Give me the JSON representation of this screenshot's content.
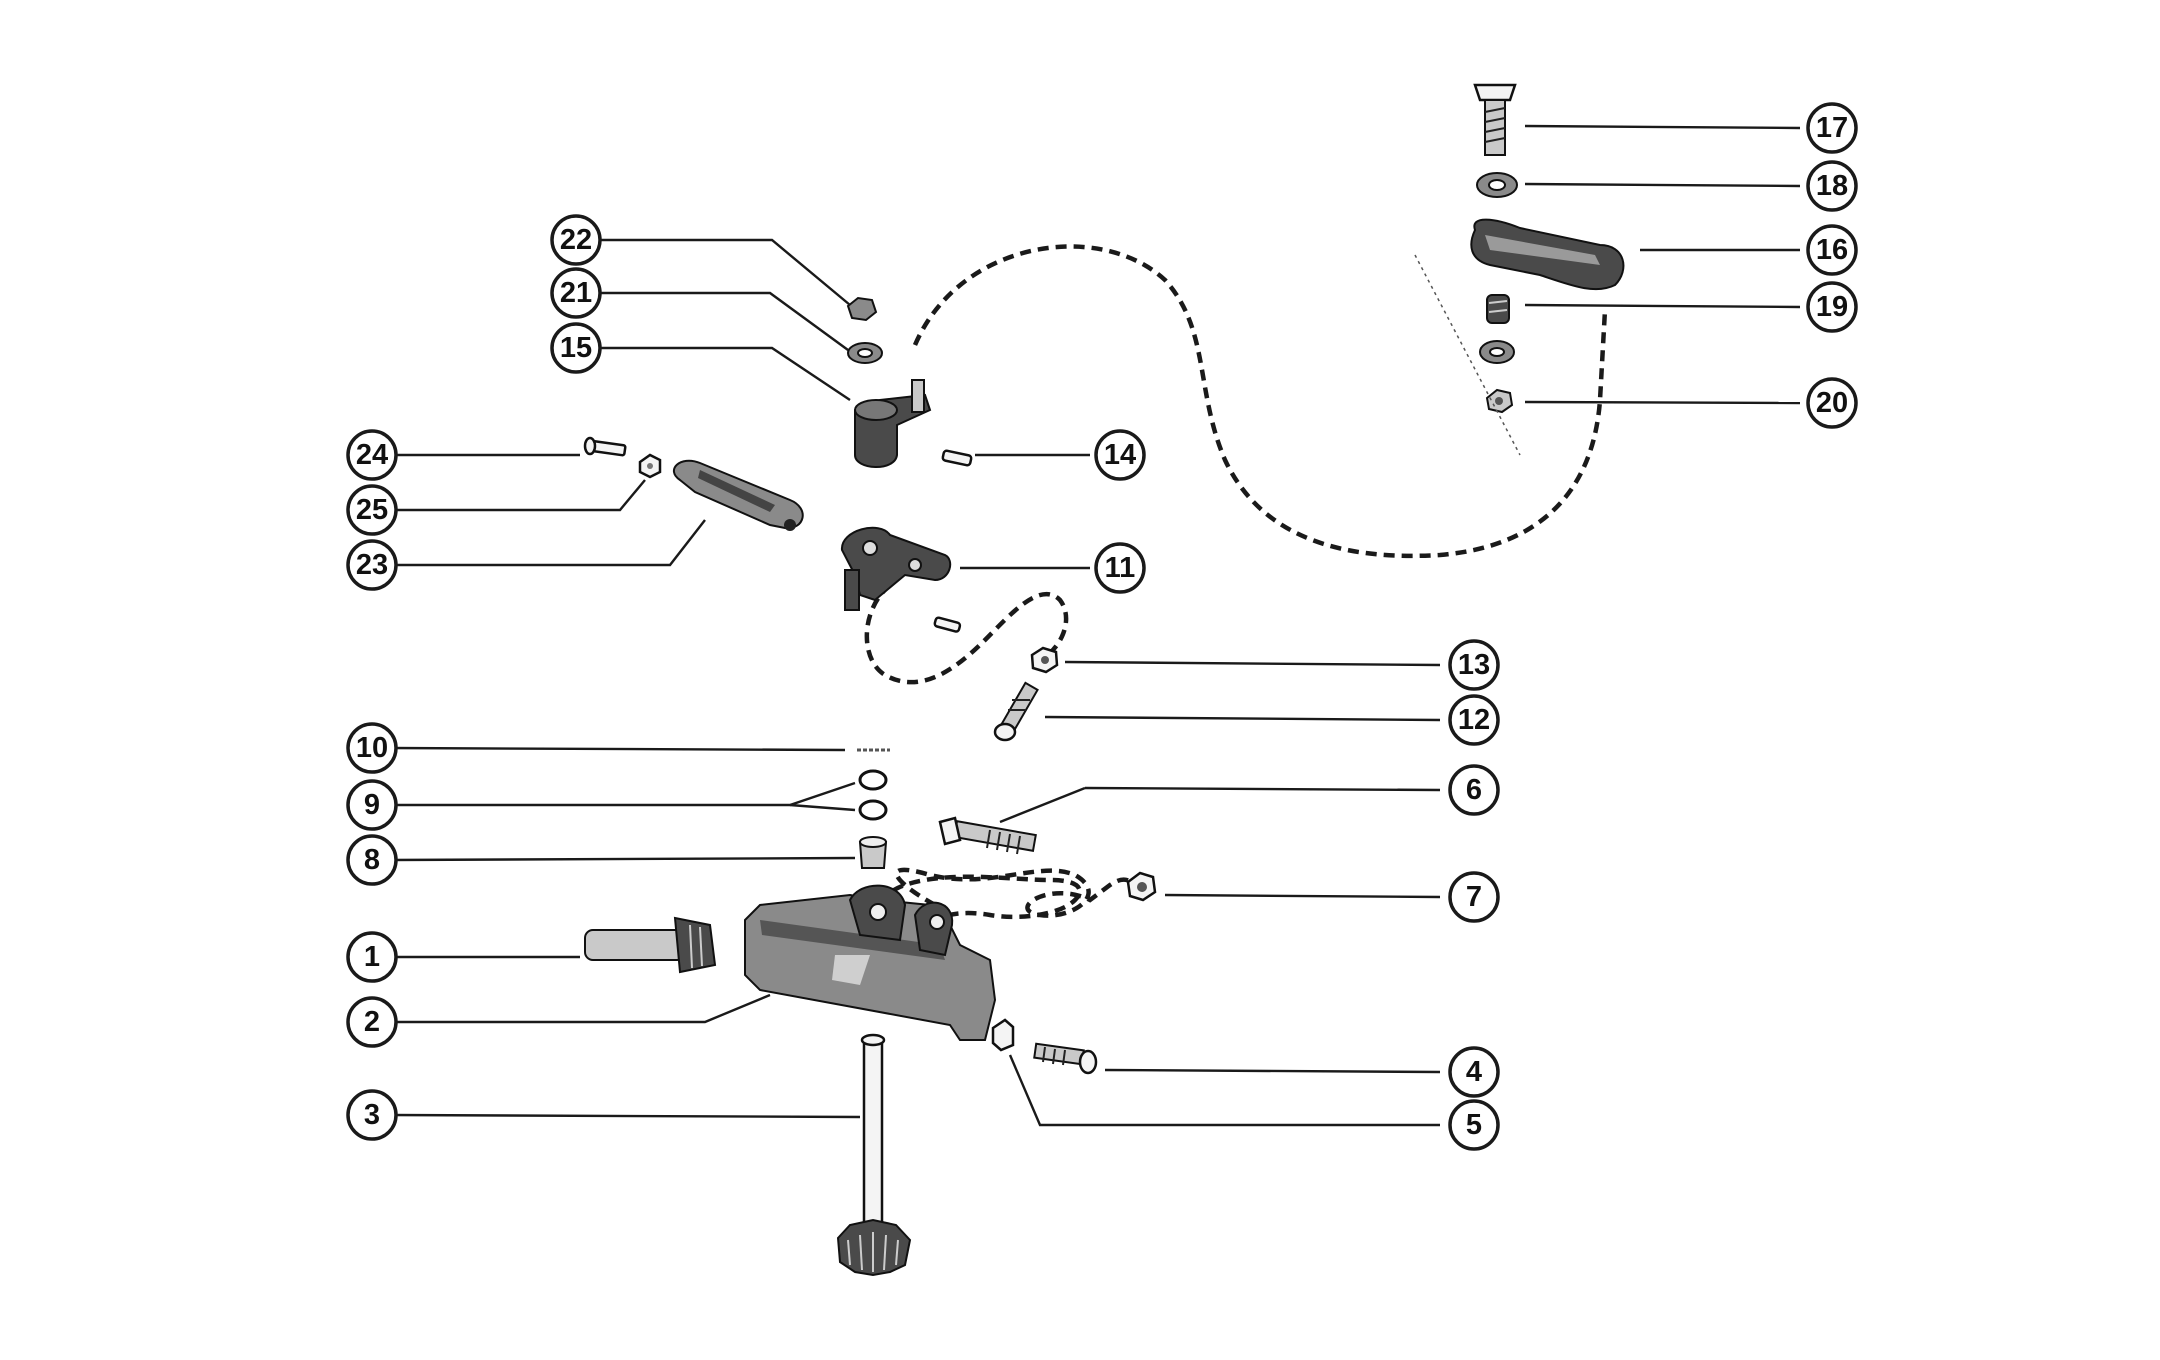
{
  "diagram": {
    "callouts": [
      {
        "label": "1"
      },
      {
        "label": "2"
      },
      {
        "label": "3"
      },
      {
        "label": "4"
      },
      {
        "label": "5"
      },
      {
        "label": "6"
      },
      {
        "label": "7"
      },
      {
        "label": "8"
      },
      {
        "label": "9"
      },
      {
        "label": "10"
      },
      {
        "label": "11"
      },
      {
        "label": "12"
      },
      {
        "label": "13"
      },
      {
        "label": "14"
      },
      {
        "label": "15"
      },
      {
        "label": "16"
      },
      {
        "label": "17"
      },
      {
        "label": "18"
      },
      {
        "label": "19"
      },
      {
        "label": "20"
      },
      {
        "label": "21"
      },
      {
        "label": "22"
      },
      {
        "label": "23"
      },
      {
        "label": "24"
      },
      {
        "label": "25"
      }
    ]
  }
}
